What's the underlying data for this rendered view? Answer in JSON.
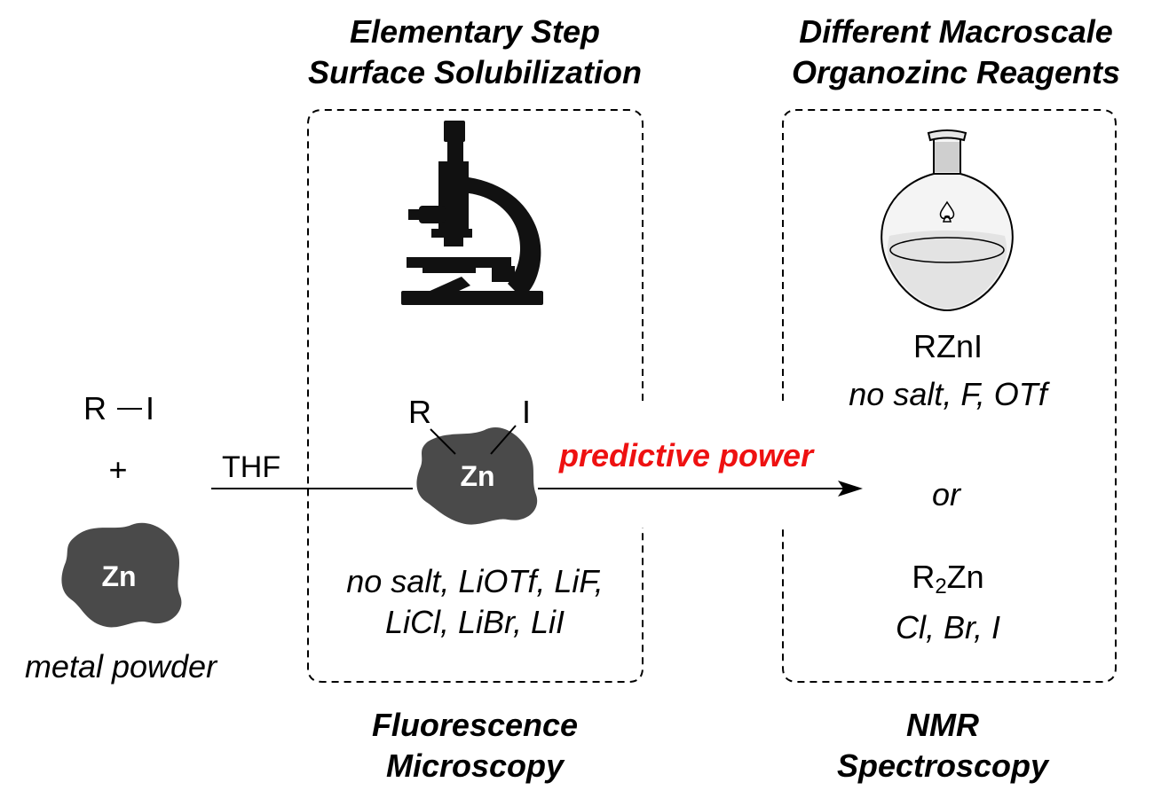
{
  "headings": {
    "left_top_line1": "Elementary Step",
    "left_top_line2": "Surface Solubilization",
    "right_top_line1": "Different Macroscale",
    "right_top_line2": "Organozinc Reagents",
    "left_bottom_line1": "Fluorescence",
    "left_bottom_line2": "Microscopy",
    "right_bottom_line1": "NMR",
    "right_bottom_line2": "Spectroscopy"
  },
  "reactants": {
    "r": "R",
    "i": "I",
    "plus": "+",
    "zn": "Zn",
    "metal_caption": "metal powder"
  },
  "reaction": {
    "solvent": "THF",
    "arrow_label": "predictive power",
    "arrow_label_color": "#ee1111"
  },
  "surface": {
    "r": "R",
    "i": "I",
    "zn": "Zn",
    "salts_line1": "no salt, LiOTf, LiF,",
    "salts_line2": "LiCl, LiBr, LiI"
  },
  "products": {
    "rzni": "RZnI",
    "rzni_salts": "no salt, F, OTf",
    "or": "or",
    "r2zn_r": "R",
    "r2zn_sub": "2",
    "r2zn_zn": "Zn",
    "r2zn_salts": "Cl, Br, I"
  },
  "icons": {
    "microscope": "microscope-icon",
    "flask": "round-bottom-flask-icon",
    "zinc_particle": "zinc-particle-icon"
  },
  "colors": {
    "zinc_particle": "#4a4a4a",
    "ink": "#000000"
  }
}
